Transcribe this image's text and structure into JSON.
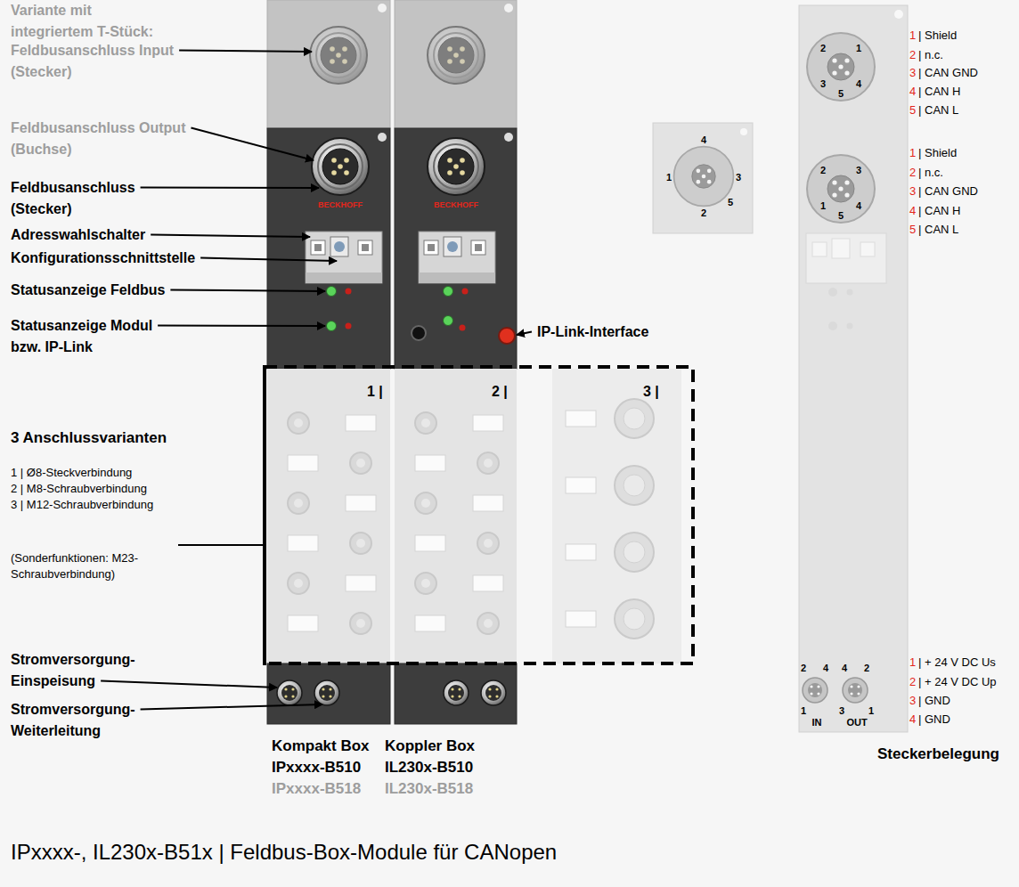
{
  "diagram": {
    "title": "IPxxxx-, IL230x-B51x | Feldbus-Box-Module für CANopen",
    "labels": [
      "Variante mit integriertem T-Stück:",
      "Feldbusanschluss Input (Stecker)",
      "Feldbusanschluss Output (Buchse)",
      "Feldbusanschluss (Stecker)",
      "Adresswahlschalter",
      "Konfigurationsschnittstelle",
      "Statusanzeige Feldbus",
      "Statusanzeige Modul bzw. IP-Link",
      "IP-Link-Interface",
      "1 |",
      "2 |",
      "3 |",
      "3 Anschlussvarianten",
      "1 | Ø8-Steckverbindung",
      "2 | M8-Schraubverbindung",
      "3 | M12-Schraubverbindung",
      "(Sonderfunktionen: M23-Schraubverbindung)",
      "Stromversorgung- Einspeisung",
      "Stromversorgung- Weiterleitung",
      "Kompakt Box",
      "IPxxxx-B510",
      "IPxxxx-B518",
      "Koppler Box",
      "IL230x-B510",
      "IL230x-B518",
      "Steckerbelegung",
      "1",
      "| Shield",
      "2",
      "| n.c.",
      "3",
      "| CAN GND",
      "4",
      "| CAN H",
      "5",
      "| CAN L",
      "1",
      "| Shield",
      "2",
      "| n.c.",
      "3",
      "| CAN GND",
      "4",
      "| CAN H",
      "5",
      "| CAN L",
      "1",
      "| + 24 V DC Us",
      "2",
      "| + 24 V DC Up",
      "3",
      "| GND",
      "4",
      "| GND",
      "2",
      "1",
      "3",
      "4",
      "5",
      "2",
      "3",
      "1",
      "4",
      "5",
      "4",
      "1",
      "3",
      "5",
      "2",
      "2",
      "4",
      "4",
      "2",
      "1",
      "IN",
      "3",
      "OUT",
      "1",
      "BECKHOFF",
      "BECKHOFF"
    ]
  }
}
